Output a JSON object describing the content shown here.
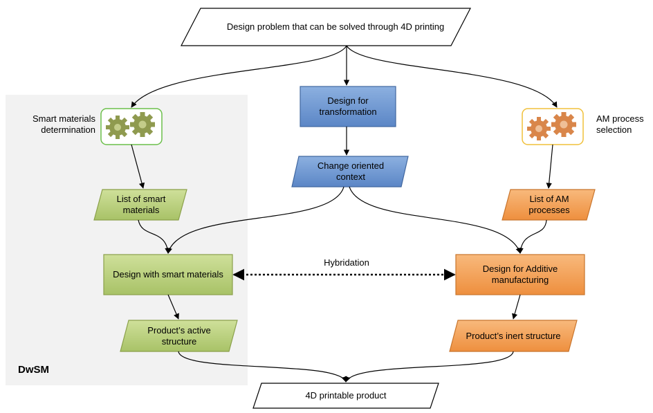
{
  "diagram": {
    "top_problem": "Design problem that can be solved through 4D printing",
    "smart_materials_label": "Smart materials determination",
    "am_process_label": "AM process selection",
    "design_for_transformation": "Design for transformation",
    "change_oriented_context": "Change oriented context",
    "list_smart_materials": "List of smart materials",
    "list_am_processes": "List of AM processes",
    "design_smart_materials": "Design with smart materials",
    "design_additive": "Design for Additive manufacturing",
    "hybridation": "Hybridation",
    "active_structure": "Product’s active structure",
    "inert_structure": "Product’s inert structure",
    "final_product": "4D printable product",
    "panel_label": "DwSM"
  },
  "colors": {
    "green_fill": "#b9d07a",
    "green_border": "#8aa04a",
    "orange_fill": "#f4a25a",
    "orange_border": "#c8742c",
    "blue_fill": "#6f98d2",
    "blue_border": "#41679f",
    "gear_green": "#8f9a4f",
    "gear_orange": "#d9864a",
    "panel_bg": "#f2f2f2"
  }
}
